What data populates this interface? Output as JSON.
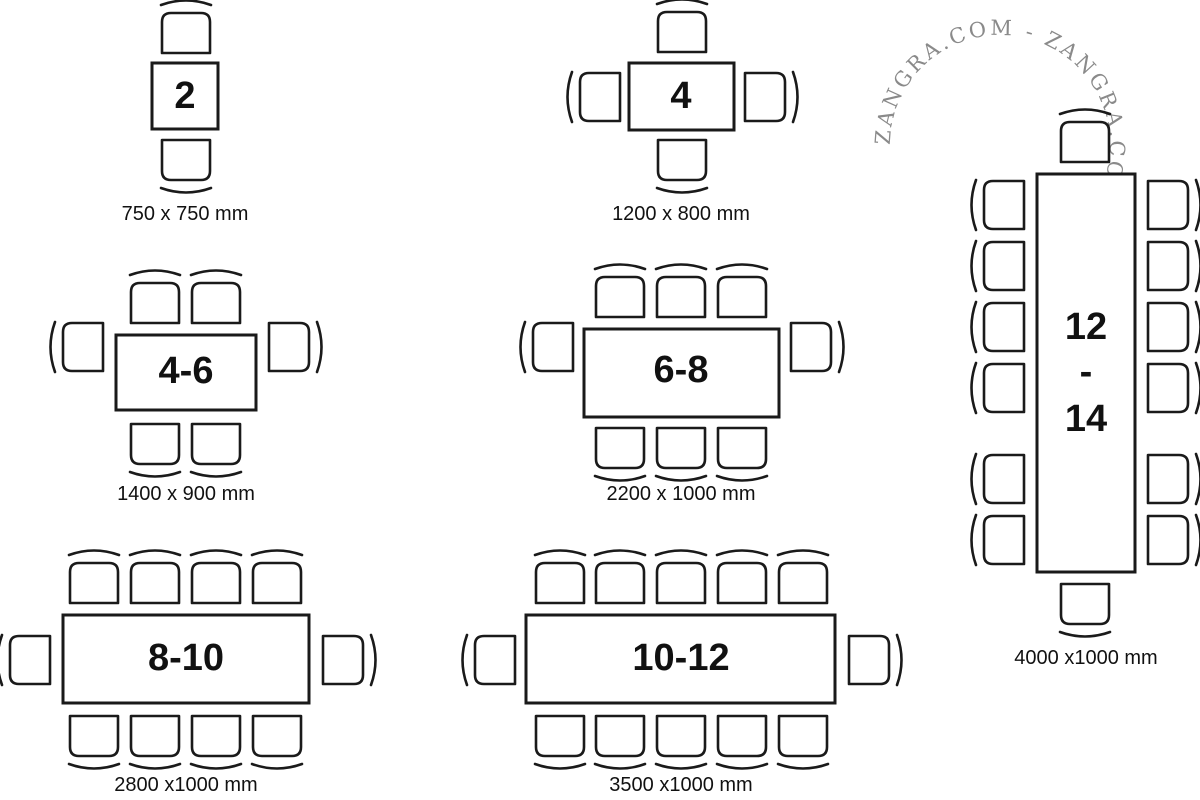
{
  "watermark": {
    "text": "ZANGRA.COM - ZANGRA.COM - "
  },
  "tables": [
    {
      "id": "t2",
      "seats_label": "2",
      "dimensions": "750 x 750 mm"
    },
    {
      "id": "t4",
      "seats_label": "4",
      "dimensions": "1200 x 800 mm"
    },
    {
      "id": "t4_6",
      "seats_label": "4-6",
      "dimensions": "1400 x 900 mm"
    },
    {
      "id": "t6_8",
      "seats_label": "6-8",
      "dimensions": "2200 x 1000  mm"
    },
    {
      "id": "t8_10",
      "seats_label": "8-10",
      "dimensions": "2800 x1000 mm"
    },
    {
      "id": "t10_12",
      "seats_label": "10-12",
      "dimensions": "3500 x1000 mm"
    },
    {
      "id": "t12_14",
      "seats_label_lines": [
        "12",
        "-",
        "14"
      ],
      "dimensions": "4000 x1000 mm"
    }
  ],
  "colors": {
    "ink": "#1a1a1a",
    "watermark": "#8a8a8a",
    "background": "#ffffff"
  }
}
